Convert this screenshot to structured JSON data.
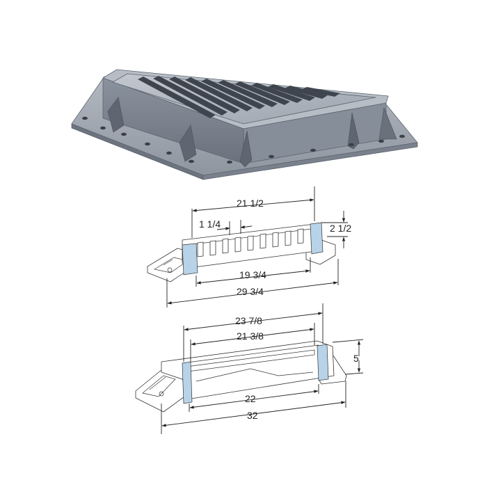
{
  "top_view": {
    "overall_length": "21 1/2",
    "slot_width": "1 1/4",
    "height": "2 1/2",
    "inner_length": "19 3/4",
    "frame_length": "29 3/4"
  },
  "bottom_view": {
    "overall_length": "23 7/8",
    "inner_length": "21 3/8",
    "height": "5",
    "base_inner": "22",
    "base_overall": "32"
  },
  "colors": {
    "metal_top": "#a9afb8",
    "metal_side": "#7d8591",
    "metal_dark": "#4e5560",
    "section_fill": "#b8d3e8"
  }
}
